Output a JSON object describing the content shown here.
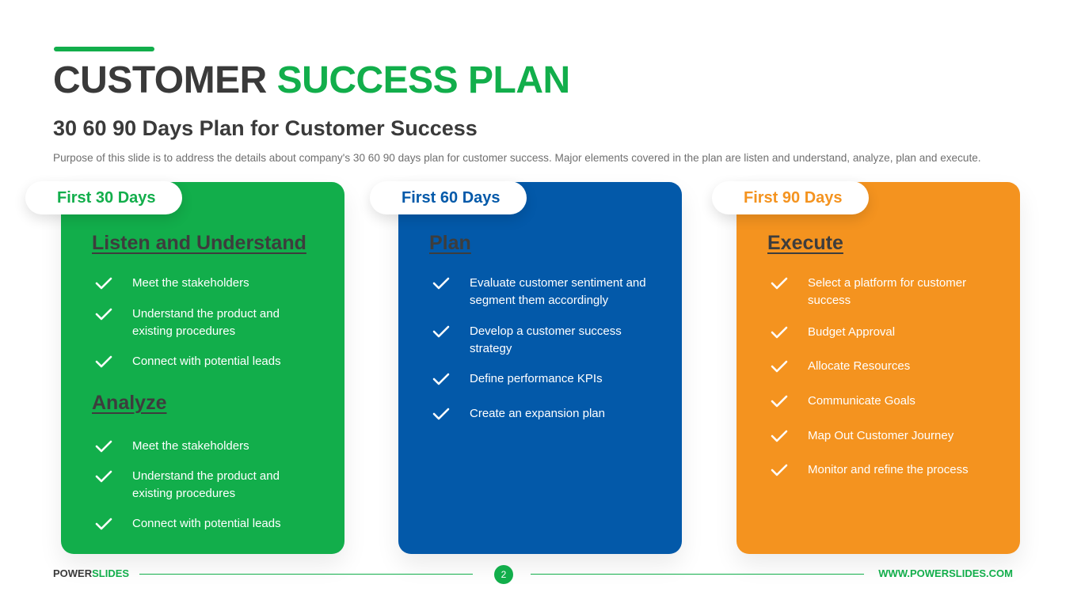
{
  "header": {
    "title_part1": "CUSTOMER",
    "title_part2": "SUCCESS PLAN",
    "subtitle": "30 60 90 Days Plan for Customer Success",
    "description": "Purpose of this slide is to address the details about company's 30 60 90 days plan for customer success. Major elements covered in the plan are listen and understand, analyze, plan and execute."
  },
  "colors": {
    "green": "#12ae4b",
    "blue": "#0359a9",
    "orange": "#f4931f"
  },
  "cards": [
    {
      "tab": "First 30 Days",
      "sections": [
        {
          "title": "Listen and Understand",
          "items": [
            "Meet the stakeholders",
            "Understand the product and existing procedures",
            "Connect with potential leads"
          ]
        },
        {
          "title": "Analyze",
          "items": [
            "Meet the stakeholders",
            "Understand the product and existing procedures",
            "Connect with potential leads"
          ]
        }
      ]
    },
    {
      "tab": "First 60 Days",
      "sections": [
        {
          "title": "Plan",
          "items": [
            "Evaluate customer sentiment and segment them accordingly",
            "Develop a customer success strategy",
            "Define performance KPIs",
            "Create an expansion plan"
          ]
        }
      ]
    },
    {
      "tab": "First 90 Days",
      "sections": [
        {
          "title": "Execute",
          "items": [
            "Select a platform for customer success",
            "Budget Approval",
            "Allocate Resources",
            "Communicate Goals",
            "Map Out Customer Journey",
            "Monitor and refine the process"
          ]
        }
      ]
    }
  ],
  "footer": {
    "brand_part1": "POWER",
    "brand_part2": "SLIDES",
    "page_number": "2",
    "url": "WWW.POWERSLIDES.COM"
  },
  "icons": {
    "check": "check-icon"
  }
}
